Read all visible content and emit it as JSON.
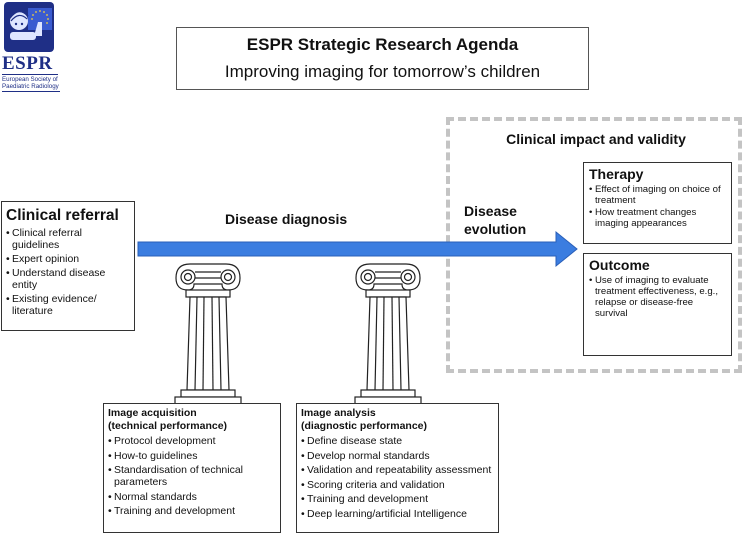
{
  "logo": {
    "acronym": "ESPR",
    "full_name": "European Society of Paediatric Radiology",
    "brand_color": "#1f2f86"
  },
  "header": {
    "title": "ESPR Strategic Research Agenda",
    "subtitle": "Improving imaging for tomorrow’s children"
  },
  "arrow": {
    "color": "#3b7de0",
    "label_left": "Disease diagnosis",
    "label_right": "Disease evolution"
  },
  "clinical_referral": {
    "heading": "Clinical referral",
    "items": [
      "Clinical referral guidelines",
      "Expert opinion",
      "Understand disease entity",
      "Existing evidence/ literature"
    ]
  },
  "clinical_impact": {
    "heading": "Clinical impact and validity",
    "border_color": "#c4c4c4",
    "therapy": {
      "heading": "Therapy",
      "items": [
        "Effect of imaging on choice of treatment",
        "How treatment changes imaging appearances"
      ]
    },
    "outcome": {
      "heading": "Outcome",
      "items": [
        "Use of imaging to evaluate treatment effectiveness, e.g., relapse or disease-free survival"
      ]
    }
  },
  "pillars": [
    {
      "icon": "ionic-column-icon",
      "heading_line1": "Image acquisition",
      "heading_line2": "(technical performance)",
      "items": [
        "Protocol development",
        "How-to guidelines",
        "Standardisation of technical parameters",
        "Normal standards",
        "Training and development"
      ]
    },
    {
      "icon": "ionic-column-icon",
      "heading_line1": "Image analysis",
      "heading_line2": "(diagnostic performance)",
      "items": [
        "Define disease state",
        "Develop normal standards",
        "Validation and repeatability assessment",
        "Scoring criteria and validation",
        "Training and development",
        "Deep learning/artificial Intelligence"
      ]
    }
  ]
}
